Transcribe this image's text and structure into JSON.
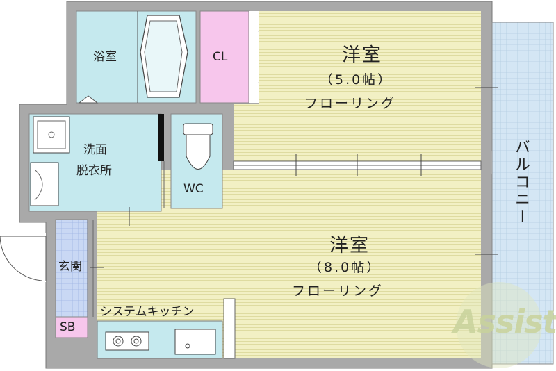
{
  "rooms": {
    "bath": "浴室",
    "closet": "CL",
    "western_room_1": {
      "name": "洋室",
      "size": "（5.0帖）",
      "floor": "フローリング"
    },
    "washroom_line1": "洗面",
    "washroom_line2": "脱衣所",
    "toilet": "WC",
    "western_room_2": {
      "name": "洋室",
      "size": "（8.0帖）",
      "floor": "フローリング"
    },
    "entrance": "玄関",
    "shoe_box": "SB",
    "kitchen": "システムキッチン",
    "balcony": "バルコニー"
  },
  "watermark": "Assist",
  "colors": {
    "wall": "#a9a9a9",
    "flooring": "#f2f0c4",
    "wet_area": "#c5e9ee",
    "closet": "#f7c6ec",
    "entrance_tile": "#c9d8f4",
    "balcony": "#d4e6f4",
    "watermark": "#c9d39c"
  }
}
